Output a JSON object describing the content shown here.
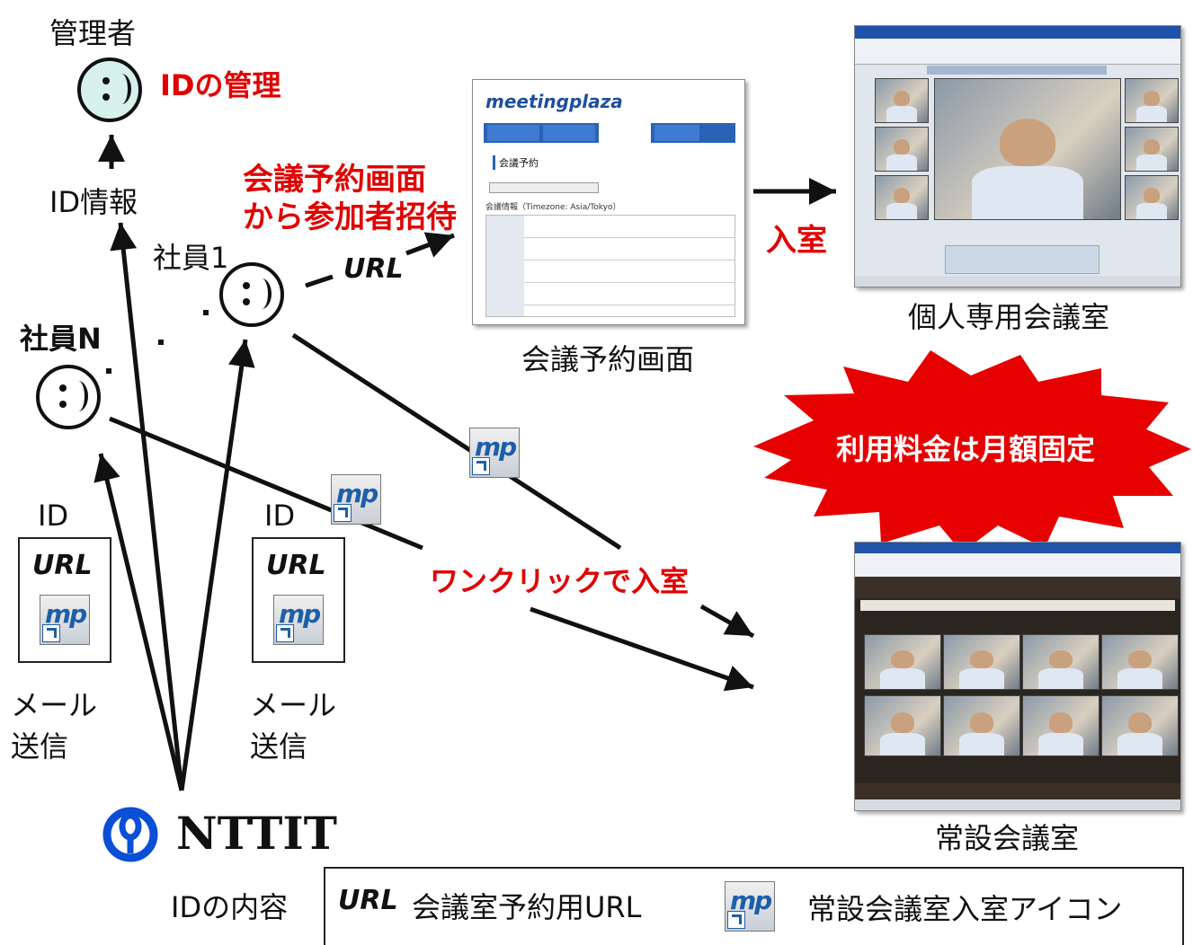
{
  "admin": {
    "label": "管理者",
    "role": "IDの管理",
    "id_info": "ID情報"
  },
  "employees": {
    "emp1": "社員1",
    "empN": "社員N"
  },
  "flows": {
    "reservation_invite": [
      "会議予約画面",
      "から参加者招待"
    ],
    "url": "URL",
    "enter": "入室",
    "one_click": "ワンクリックで入室"
  },
  "screens": {
    "reservation": {
      "caption": "会議予約画面",
      "logo": "meetingplaza",
      "section": "会議予約",
      "timezone": "会議情報（Timezone: Asia/Tokyo）"
    },
    "personal": {
      "caption": "個人専用会議室"
    },
    "permanent": {
      "caption": "常設会議室"
    }
  },
  "badge": "利用料金は月額固定",
  "id_cards": [
    {
      "title": "ID",
      "url": "URL",
      "send": [
        "メール",
        "送信"
      ]
    },
    {
      "title": "ID",
      "url": "URL",
      "send": [
        "メール",
        "送信"
      ]
    }
  ],
  "provider": {
    "logo": "NTTIT"
  },
  "legend": {
    "title": "IDの内容",
    "url_mark": "URL",
    "url_desc": "会議室予約用URL",
    "icon_desc": "常設会議室入室アイコン"
  },
  "icon": {
    "name": "mp-icon",
    "text": "mp"
  }
}
